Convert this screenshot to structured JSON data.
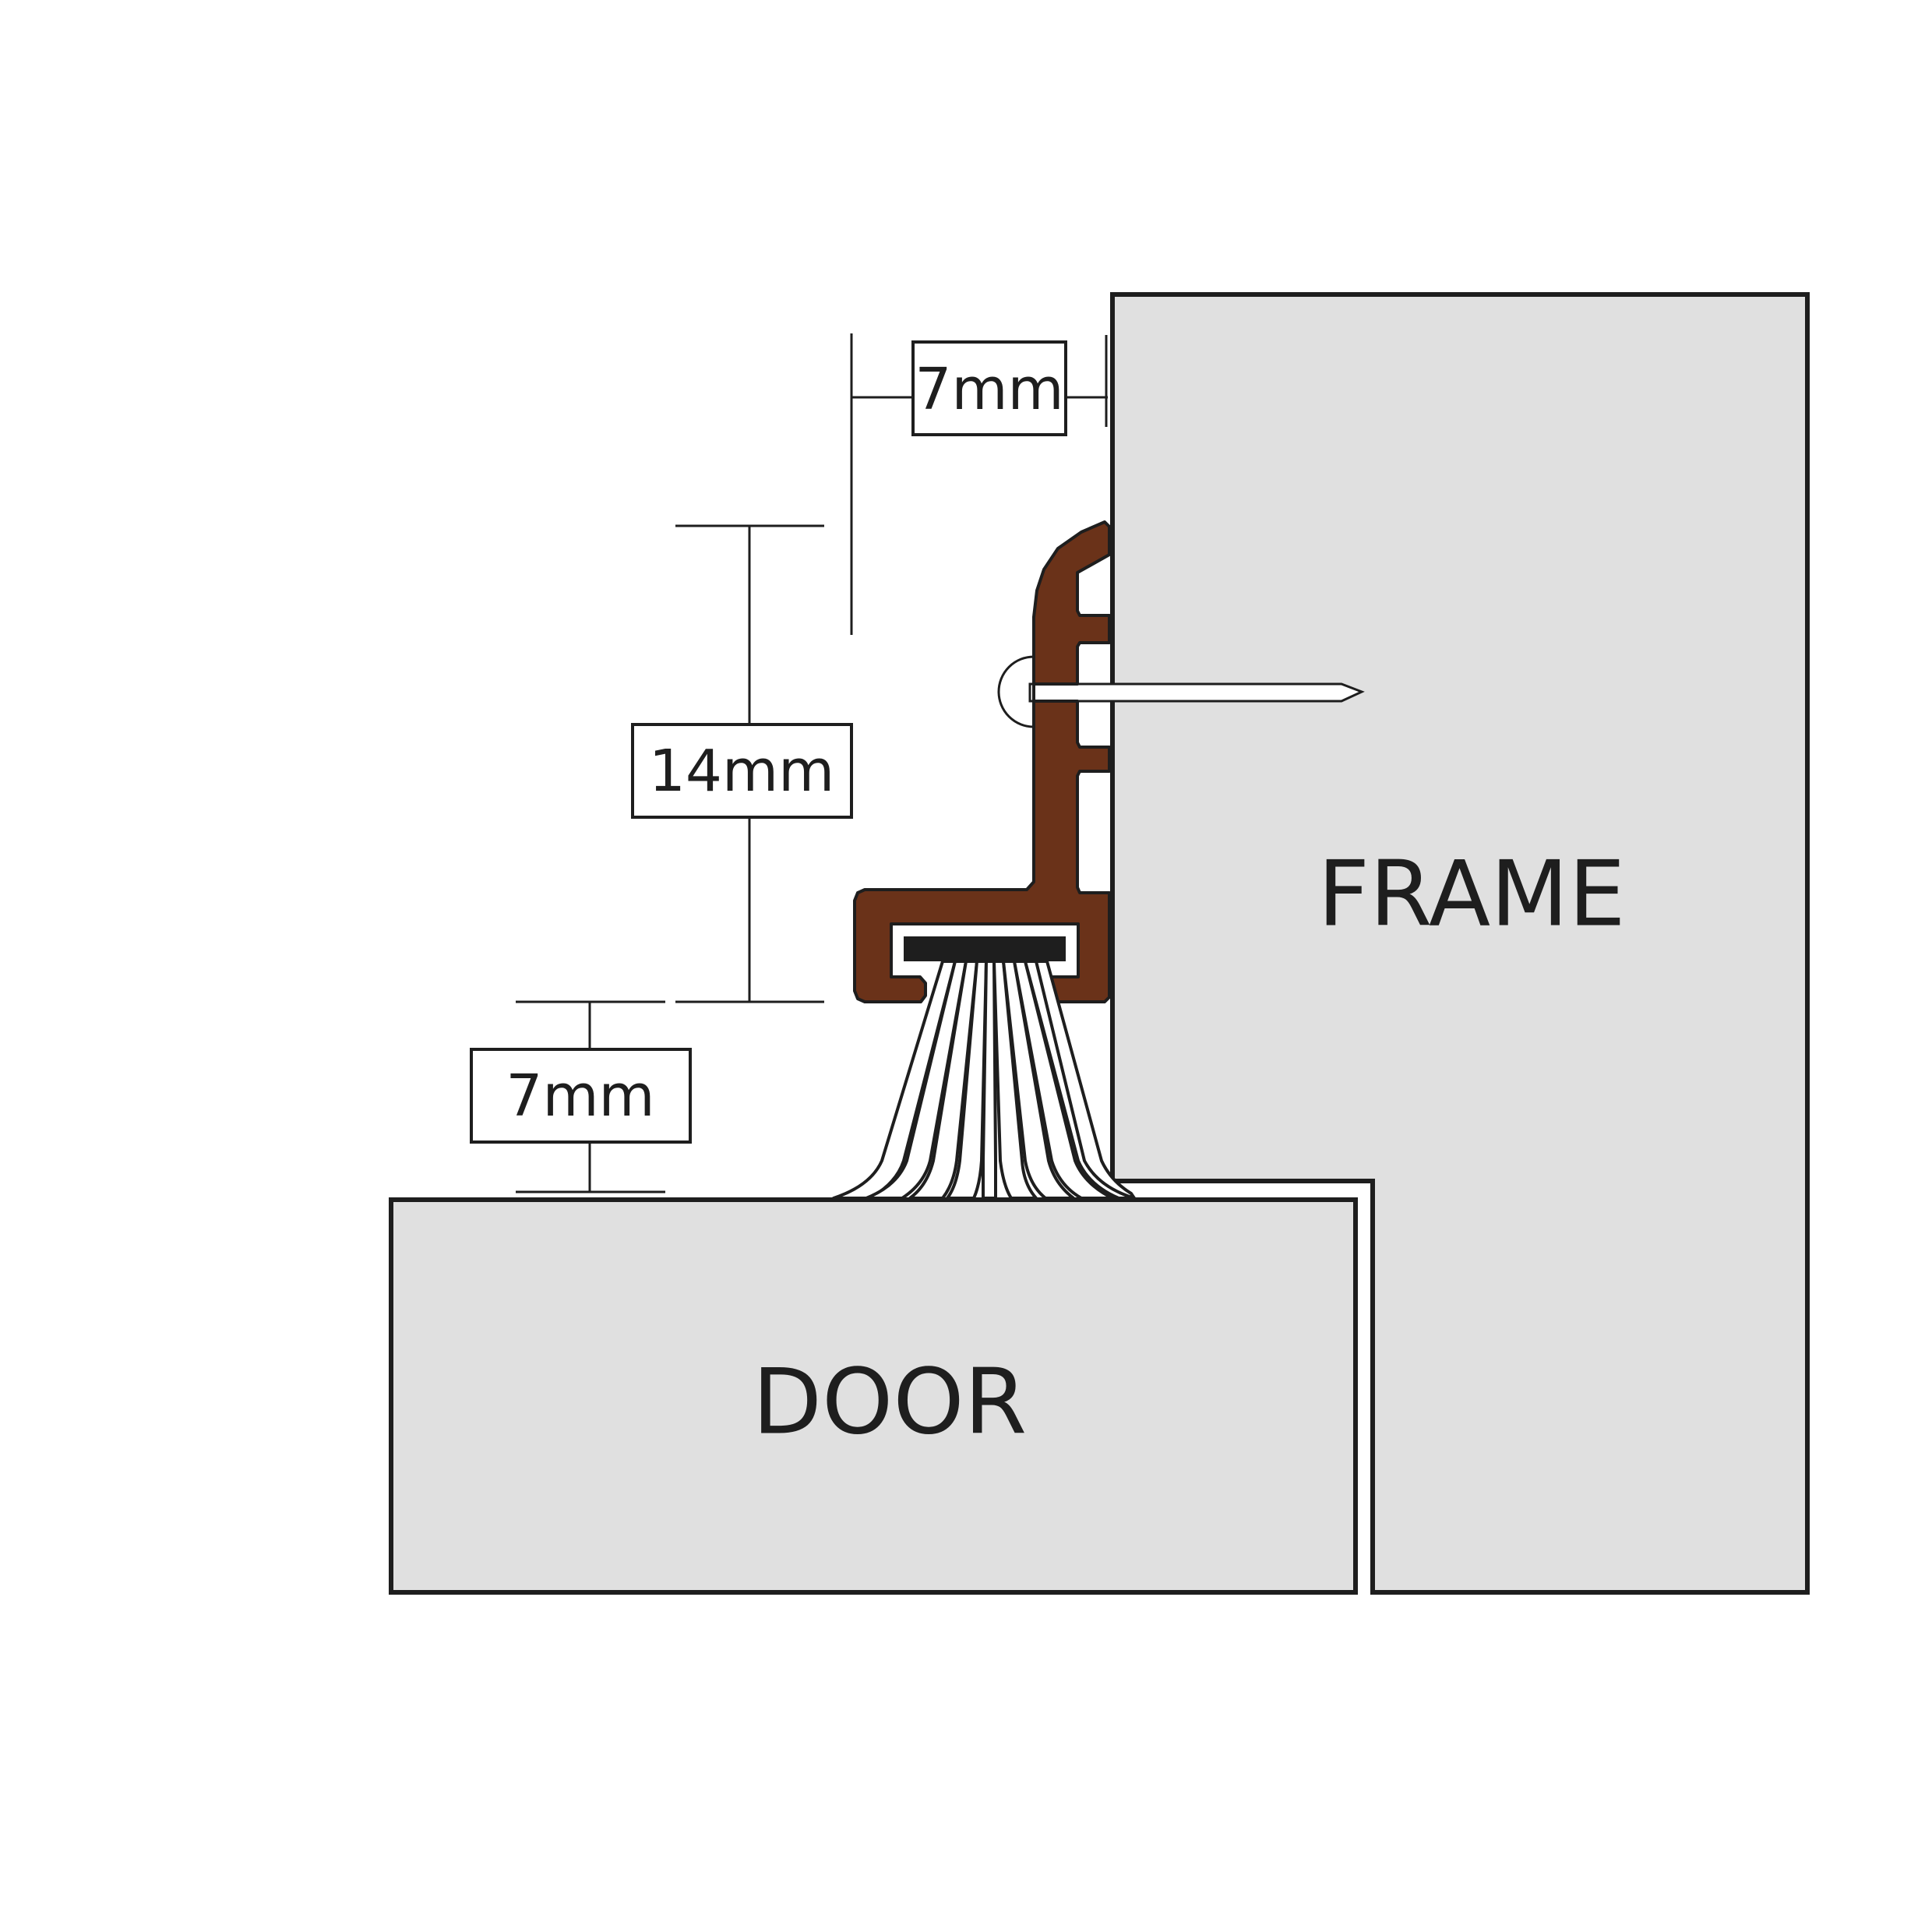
{
  "labels": {
    "frame": "FRAME",
    "door": "DOOR"
  },
  "dimensions": {
    "top_gap": "7mm",
    "profile_height": "14mm",
    "bristle_gap": "7mm"
  },
  "colors": {
    "panel_fill": "#e0e0e0",
    "profile_fill": "#6a3219",
    "outline": "#1e1e1e",
    "brush_holder": "#1e1e1e"
  }
}
